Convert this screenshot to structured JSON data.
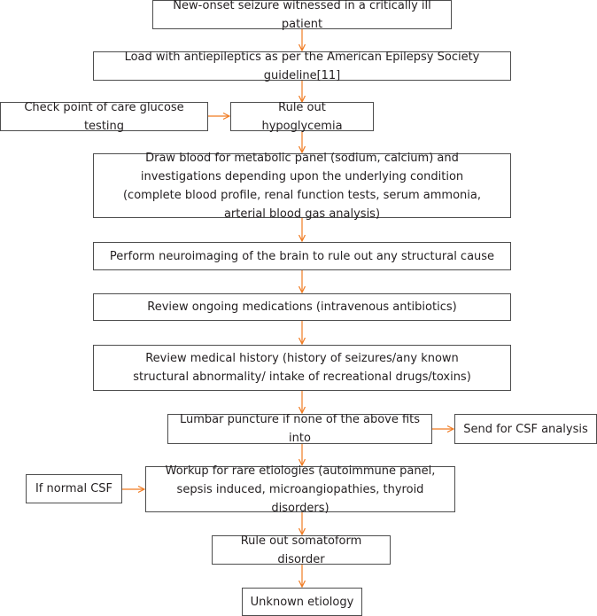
{
  "flowchart": {
    "arrow_color": "#f07b22",
    "nodes": {
      "new_onset_seizure": "New-onset seizure witnessed in a critically ill patient",
      "load_antiepileptics": "Load with antiepileptics as per the American Epilepsy Society guideline[11]",
      "check_glucose": "Check point of care glucose testing",
      "rule_out_hypoglycemia": "Rule out hypoglycemia",
      "draw_blood": "Draw blood for metabolic panel (sodium, calcium) and investigations depending upon the underlying condition (complete blood profile, renal function tests, serum ammonia, arterial blood gas analysis)",
      "neuroimaging": "Perform neuroimaging of the brain to rule out any structural cause",
      "review_medications": "Review ongoing medications (intravenous antibiotics)",
      "review_history": "Review medical history (history of seizures/any known structural abnormality/ intake of recreational drugs/toxins)",
      "lumbar_puncture": "Lumbar puncture if none of the above fits into",
      "csf_analysis": "Send for CSF analysis",
      "normal_csf": "If normal CSF",
      "rare_etiologies": "Workup for rare etiologies (autoimmune panel, sepsis induced, microangiopathies, thyroid disorders)",
      "somatoform": "Rule out somatoform disorder",
      "unknown_etiology": "Unknown etiology"
    }
  }
}
